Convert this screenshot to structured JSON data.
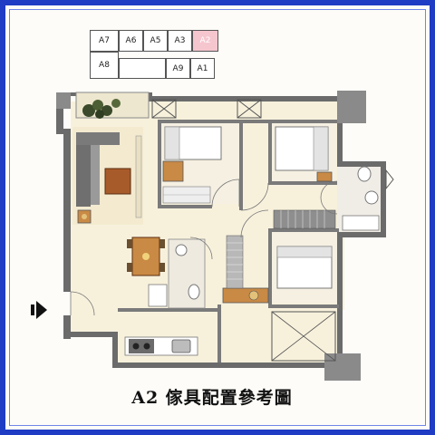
{
  "key_plan": {
    "top_row": [
      "A7",
      "A6",
      "A5",
      "A3",
      "A2"
    ],
    "bottom_row": [
      "A8",
      "A9",
      "A1"
    ],
    "highlighted": "A2",
    "highlight_color": "#f6c6cf"
  },
  "caption": "A2 傢具配置參考圖",
  "colors": {
    "border": "#1f3cc4",
    "floor": "#f7f1dc",
    "wall": "#6b6b6b",
    "wood": "#c98a45",
    "sofa": "#6f6f6f"
  },
  "icons": [
    "entry-arrow-icon",
    "plant-icon",
    "stove-icon"
  ]
}
